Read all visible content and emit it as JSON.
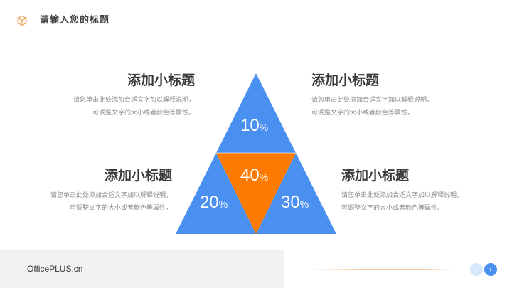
{
  "header": {
    "icon": "cube-icon",
    "title": "请输入您的标题",
    "accent_color": "#f0a050"
  },
  "blocks": [
    {
      "position": "top-left",
      "title": "添加小标题",
      "desc_line1": "请您单击此处添加合适文字加以解释说明，",
      "desc_line2": "可调整文字的大小或者颜色等属性。"
    },
    {
      "position": "top-right",
      "title": "添加小标题",
      "desc_line1": "请您单击此处添加合适文字加以解释说明，",
      "desc_line2": "可调整文字的大小或者颜色等属性。"
    },
    {
      "position": "bottom-left",
      "title": "添加小标题",
      "desc_line1": "请您单击此处添加合适文字加以解释说明，",
      "desc_line2": "可调整文字的大小或者颜色等属性。"
    },
    {
      "position": "bottom-right",
      "title": "添加小标题",
      "desc_line1": "请您单击此处添加合适文字加以解释说明，",
      "desc_line2": "可调整文字的大小或者颜色等属性。"
    }
  ],
  "triangle": {
    "colors": {
      "blue": "#4a90f0",
      "orange": "#ff7a00"
    },
    "segments": [
      {
        "name": "top",
        "value": "10",
        "unit": "%"
      },
      {
        "name": "left",
        "value": "20",
        "unit": "%"
      },
      {
        "name": "right",
        "value": "30",
        "unit": "%"
      },
      {
        "name": "center",
        "value": "40",
        "unit": "%"
      }
    ]
  },
  "footer": {
    "brand": "OfficePLUS.cn",
    "prev_icon": "‹",
    "next_icon": "›"
  }
}
